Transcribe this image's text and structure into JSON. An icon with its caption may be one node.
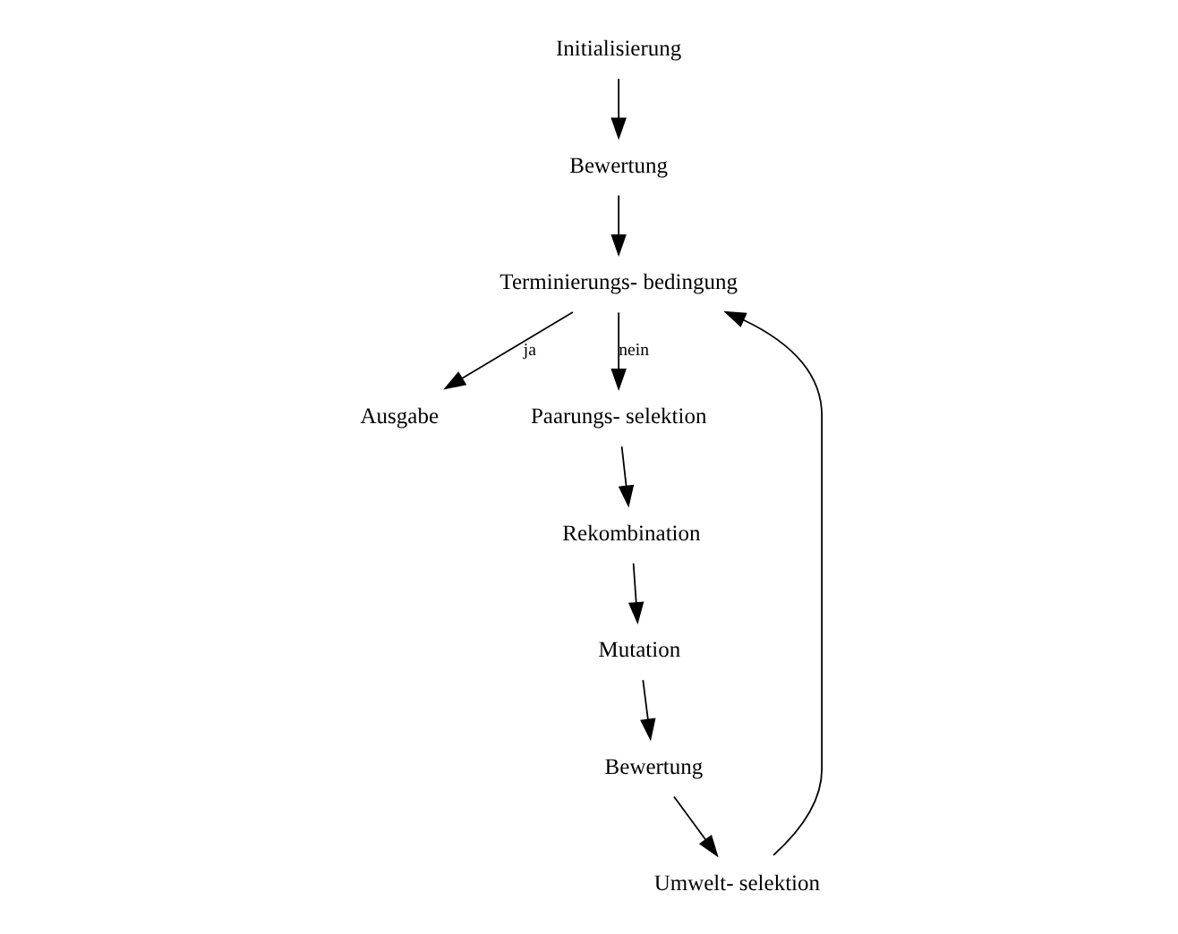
{
  "diagram": {
    "nodes": [
      {
        "text": [
          "Initialisierung"
        ]
      },
      {
        "text": [
          "Bewertung"
        ]
      },
      {
        "text": [
          "Terminierungs- bedingung"
        ]
      },
      {
        "text": [
          "Ausgabe"
        ]
      },
      {
        "text": [
          "Paarungs- selektion"
        ]
      },
      {
        "text": [
          "Rekombination"
        ]
      },
      {
        "text": [
          "Mutation"
        ]
      },
      {
        "text": [
          "Bewertung"
        ]
      },
      {
        "text": [
          "Umwelt- selektion"
        ]
      }
    ],
    "edges": [
      {
        "from": 0,
        "to": 1,
        "arrow": "to"
      },
      {
        "from": 1,
        "to": 2,
        "arrow": "to"
      },
      {
        "from": 2,
        "to": 3,
        "arrow": "to",
        "label": "ja"
      },
      {
        "from": 2,
        "to": 4,
        "arrow": "to",
        "label": "nein"
      },
      {
        "from": 4,
        "to": 5,
        "arrow": "to"
      },
      {
        "from": 5,
        "to": 6,
        "arrow": "to"
      },
      {
        "from": 6,
        "to": 7,
        "arrow": "to"
      },
      {
        "from": 7,
        "to": 8,
        "arrow": "to"
      },
      {
        "from": 8,
        "to": 2,
        "arrow": "to"
      }
    ]
  }
}
